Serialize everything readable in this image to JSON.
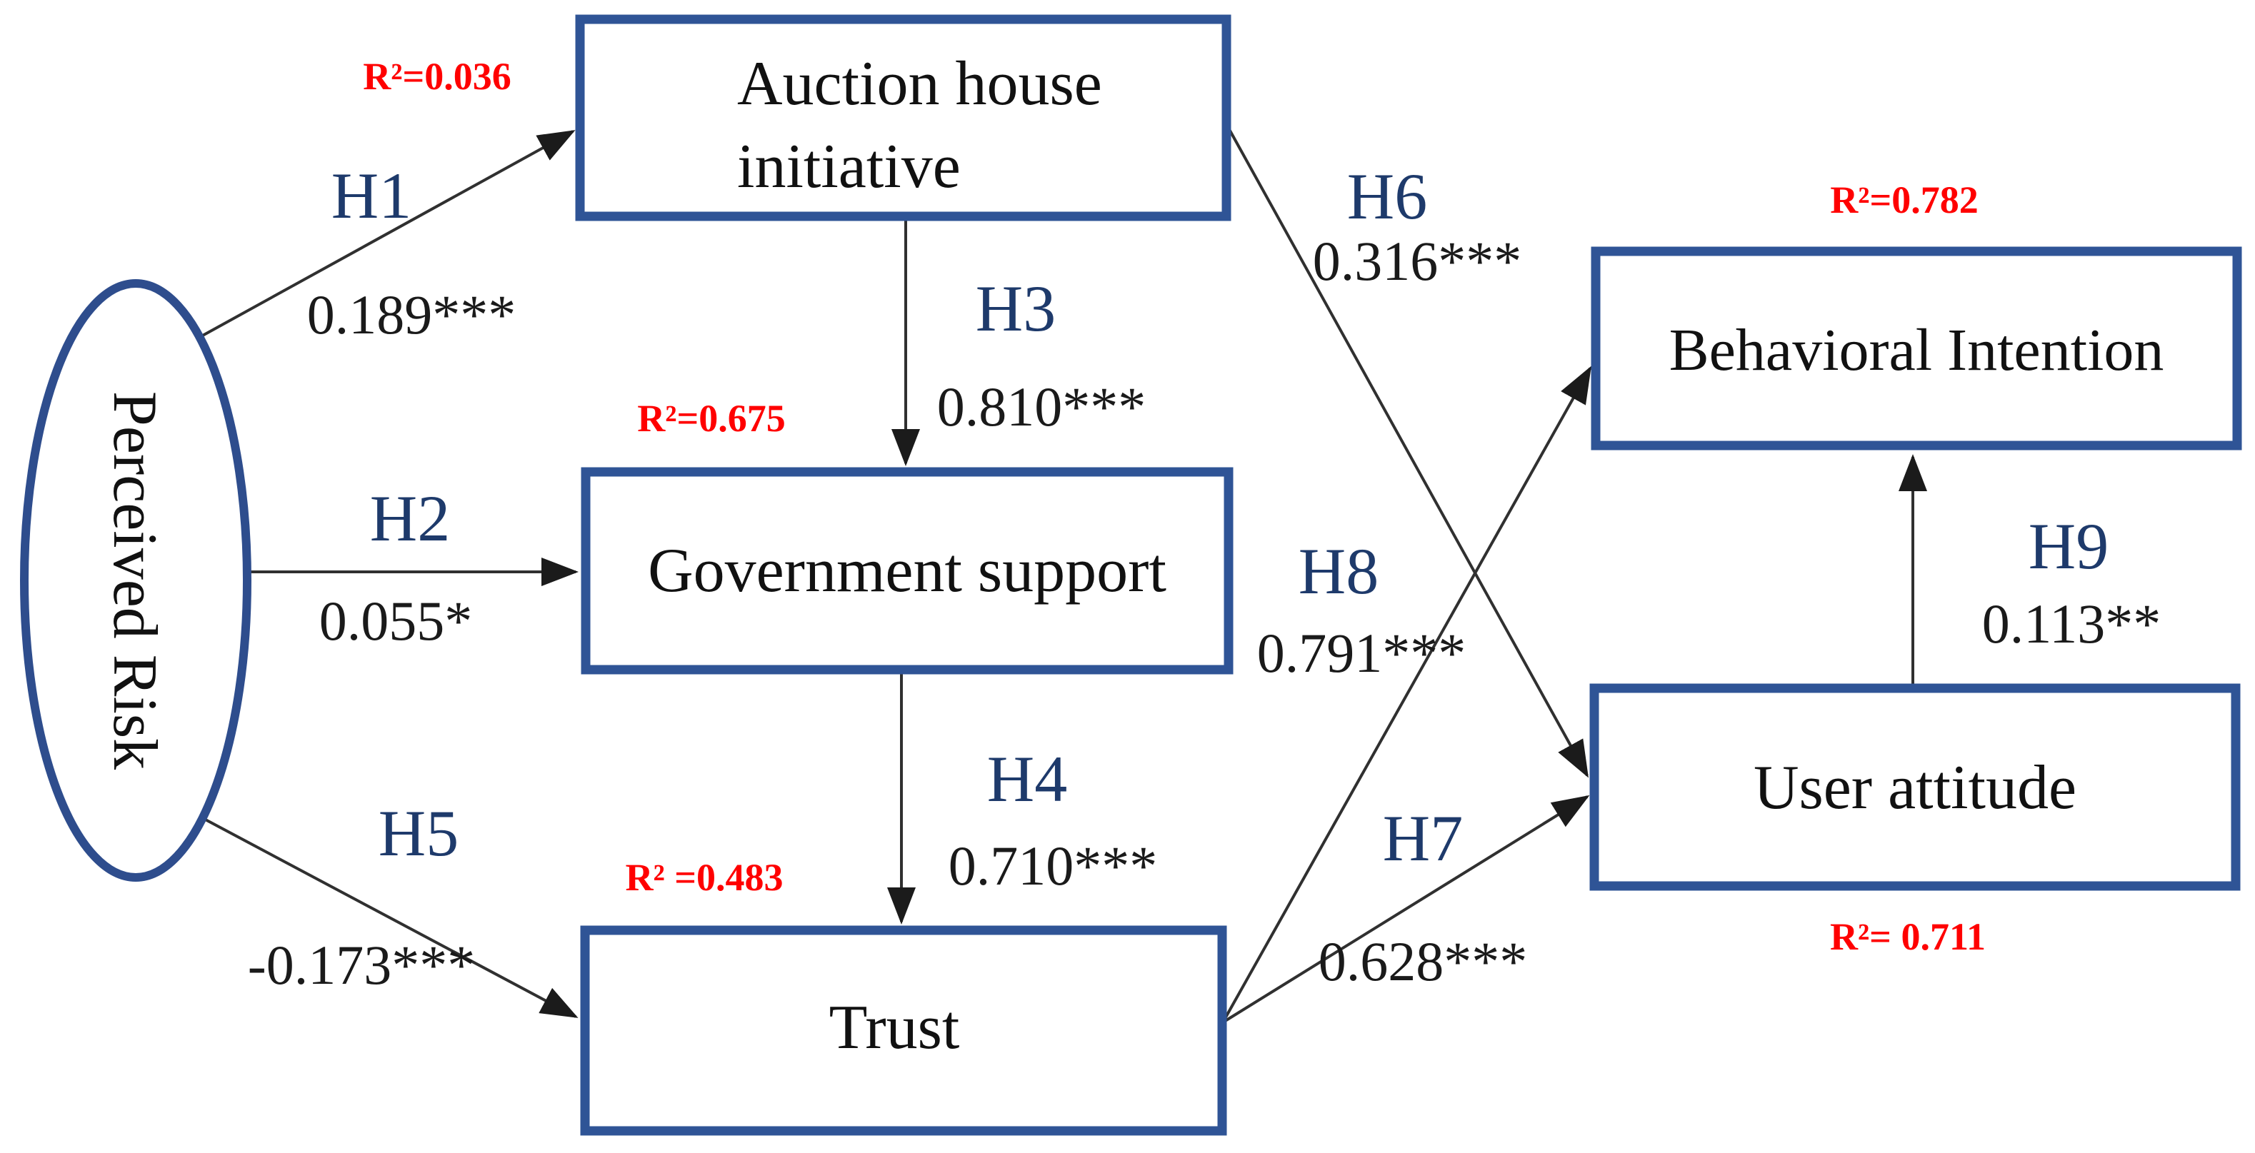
{
  "figure": {
    "type": "sem-path-diagram",
    "background": "#ffffff",
    "colors": {
      "box_border": "#2f5496",
      "ellipse_border": "#2e4d8d",
      "hypothesis_label": "#1e3a6b",
      "coefficient_text": "#1a1a1a",
      "r_squared_text": "#ff0000",
      "arrow_line": "#303030"
    },
    "nodes": {
      "perceived_risk": {
        "label": "Perceived Risk",
        "shape": "ellipse"
      },
      "auction_house_initiative": {
        "label": "Auction house initiative",
        "label_lines": [
          "Auction house",
          "initiative"
        ],
        "shape": "rect",
        "r_squared": "R²=0.036"
      },
      "government_support": {
        "label": "Government support",
        "shape": "rect",
        "r_squared": "R²=0.675"
      },
      "trust": {
        "label": "Trust",
        "shape": "rect",
        "r_squared": "R² =0.483"
      },
      "behavioral_intention": {
        "label": "Behavioral Intention",
        "shape": "rect",
        "r_squared": "R²=0.782"
      },
      "user_attitude": {
        "label": "User attitude",
        "shape": "rect",
        "r_squared": "R²= 0.711"
      }
    },
    "edges": [
      {
        "hypothesis": "H1",
        "coefficient": "0.189***",
        "from": "Perceived Risk",
        "to": "Auction house initiative"
      },
      {
        "hypothesis": "H2",
        "coefficient": "0.055*",
        "from": "Perceived Risk",
        "to": "Government support"
      },
      {
        "hypothesis": "H3",
        "coefficient": "0.810***",
        "from": "Auction house initiative",
        "to": "Government support"
      },
      {
        "hypothesis": "H4",
        "coefficient": "0.710***",
        "from": "Government support",
        "to": "Trust"
      },
      {
        "hypothesis": "H5",
        "coefficient": "-0.173***",
        "from": "Perceived Risk",
        "to": "Trust"
      },
      {
        "hypothesis": "H6",
        "coefficient": "0.316***",
        "from": "Auction house initiative",
        "to": "User attitude"
      },
      {
        "hypothesis": "H7",
        "coefficient": "0.628***",
        "from": "Trust",
        "to": "User attitude"
      },
      {
        "hypothesis": "H8",
        "coefficient": "0.791***",
        "from": "Trust",
        "to": "Behavioral Intention"
      },
      {
        "hypothesis": "H9",
        "coefficient": "0.113**",
        "from": "User attitude",
        "to": "Behavioral Intention"
      }
    ]
  }
}
